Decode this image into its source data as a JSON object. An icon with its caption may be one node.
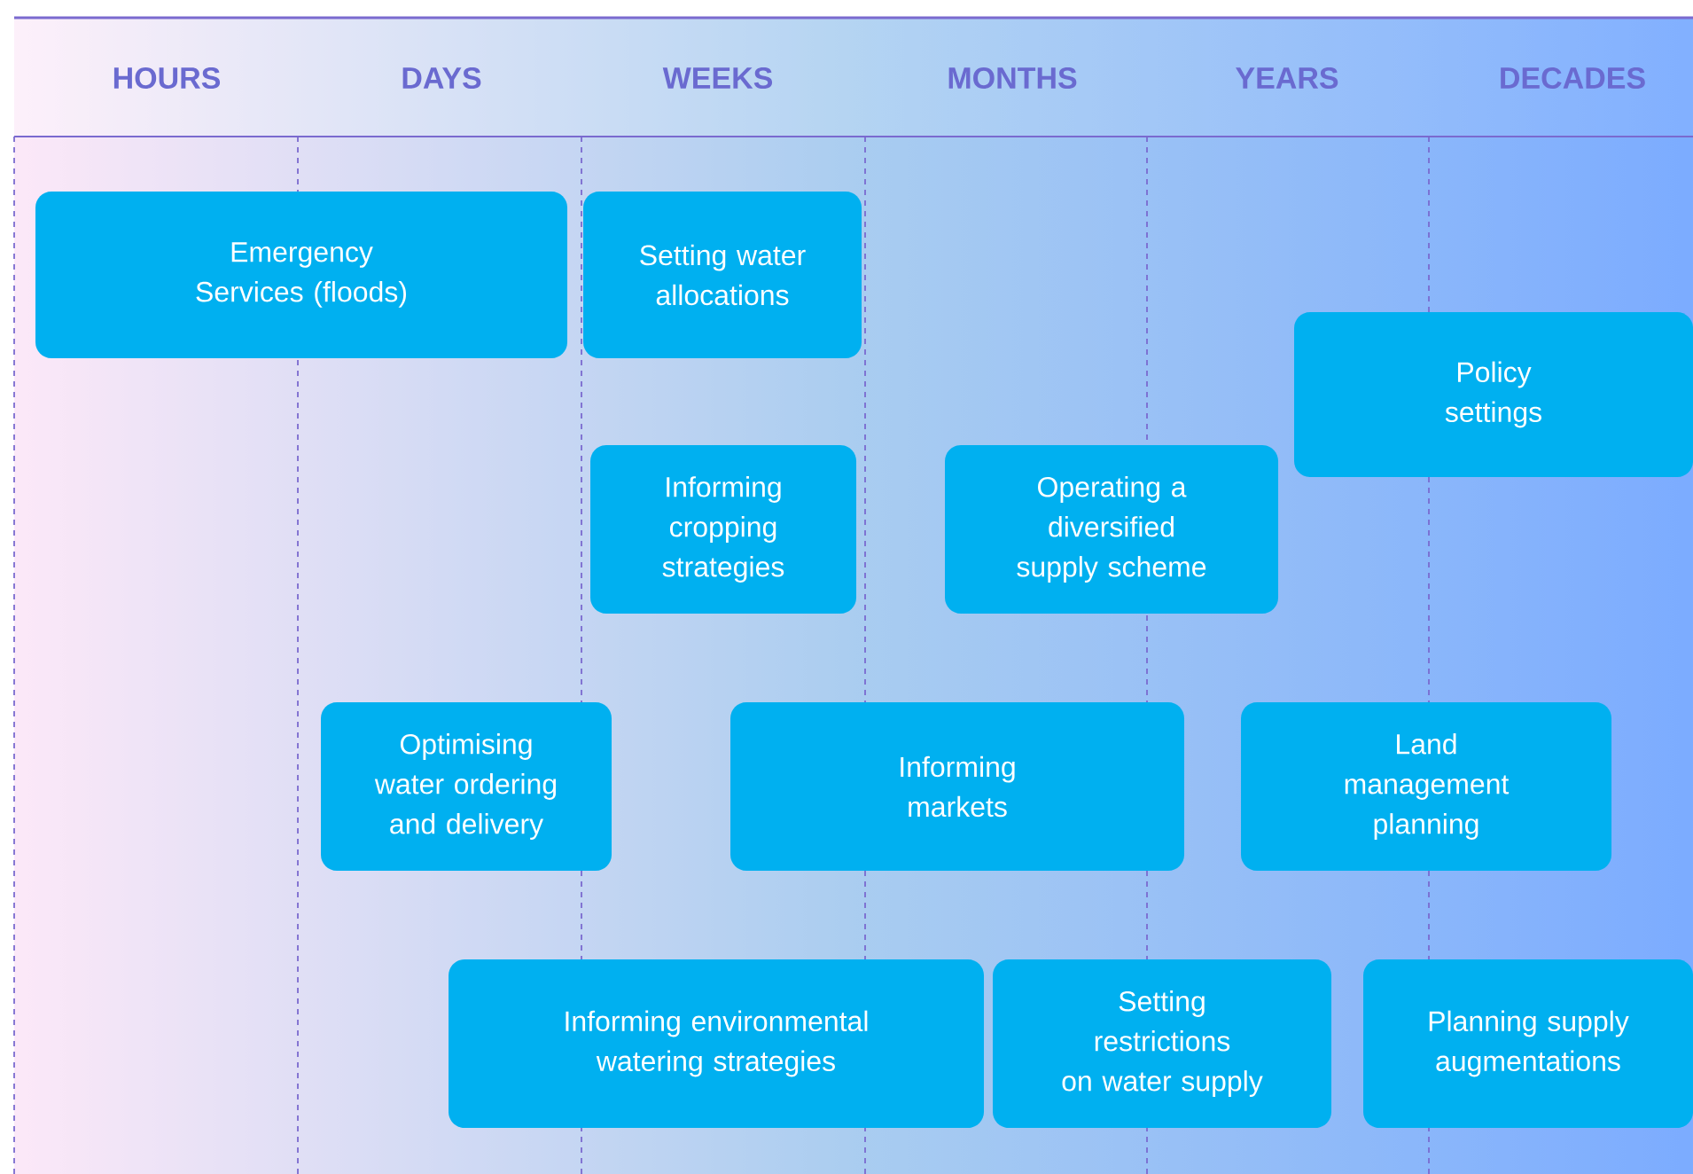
{
  "diagram": {
    "nodes": [
      {
        "text": [
          "Emergency Services (floods)"
        ]
      },
      {
        "text": [
          "Setting water allocations"
        ]
      },
      {
        "text": [
          "Policy settings"
        ]
      },
      {
        "text": [
          "Informing cropping strategies"
        ]
      },
      {
        "text": [
          "Operating a diversified supply scheme"
        ]
      },
      {
        "text": [
          "Optimising water ordering and delivery"
        ]
      },
      {
        "text": [
          "Informing markets"
        ]
      },
      {
        "text": [
          "Land management planning"
        ]
      },
      {
        "text": [
          "Informing environmental watering strategies"
        ]
      },
      {
        "text": [
          "Setting restrictions on water supply"
        ]
      },
      {
        "text": [
          "Planning supply augmentations"
        ]
      }
    ],
    "labels": [
      "HOURS",
      "DAYS",
      "WEEKS",
      "MONTHS",
      "YEARS",
      "DECADES"
    ]
  }
}
